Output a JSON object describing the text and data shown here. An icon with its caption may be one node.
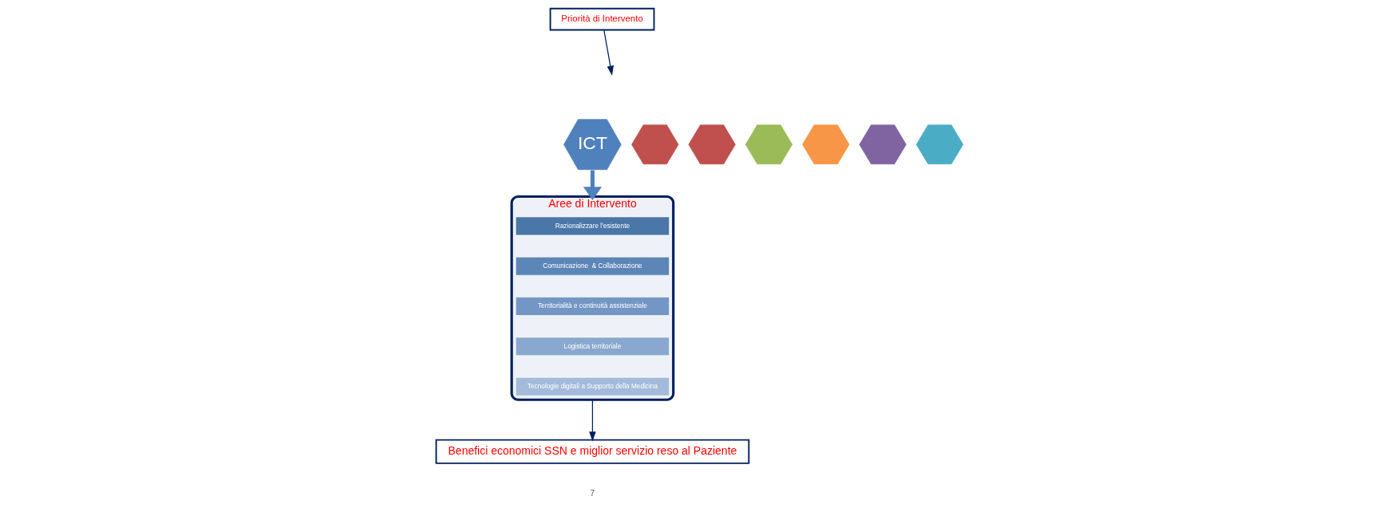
{
  "diagram": {
    "nodes": [
      {
        "text": [
          "Priorità di Intervento"
        ]
      },
      {
        "text": [
          "ICT"
        ]
      },
      {
        "text": [],
        "shape": "hexagon"
      },
      {
        "text": [],
        "shape": "hexagon"
      },
      {
        "text": [],
        "shape": "hexagon"
      },
      {
        "text": [],
        "shape": "hexagon"
      },
      {
        "text": [],
        "shape": "hexagon"
      },
      {
        "text": [],
        "shape": "hexagon"
      },
      {
        "text": [
          "Aree di Intervento"
        ]
      },
      {
        "text": [
          "Razionalizzare l’esistente"
        ],
        "in": 8
      },
      {
        "text": [
          "Comunicazione  & Collaborazione"
        ],
        "in": 8
      },
      {
        "text": [
          "Territorialità e continuità assistenziale"
        ],
        "in": 8
      },
      {
        "text": [
          "Logistica territoriale"
        ],
        "in": 8
      },
      {
        "text": [
          "Tecnologie digitali a Supporto della Medicina"
        ],
        "in": 8
      },
      {
        "text": [
          "Benefici economici SSN e miglior servizio reso al Paziente"
        ]
      }
    ],
    "edges": [
      {
        "from": 0,
        "to": null,
        "arrow": "to"
      },
      {
        "from": 1,
        "to": 8,
        "arrow": "to",
        "style": "thick",
        "color": "#4f81bd"
      },
      {
        "from": 8,
        "to": 14,
        "arrow": "to"
      }
    ],
    "labels": [
      "7"
    ]
  }
}
